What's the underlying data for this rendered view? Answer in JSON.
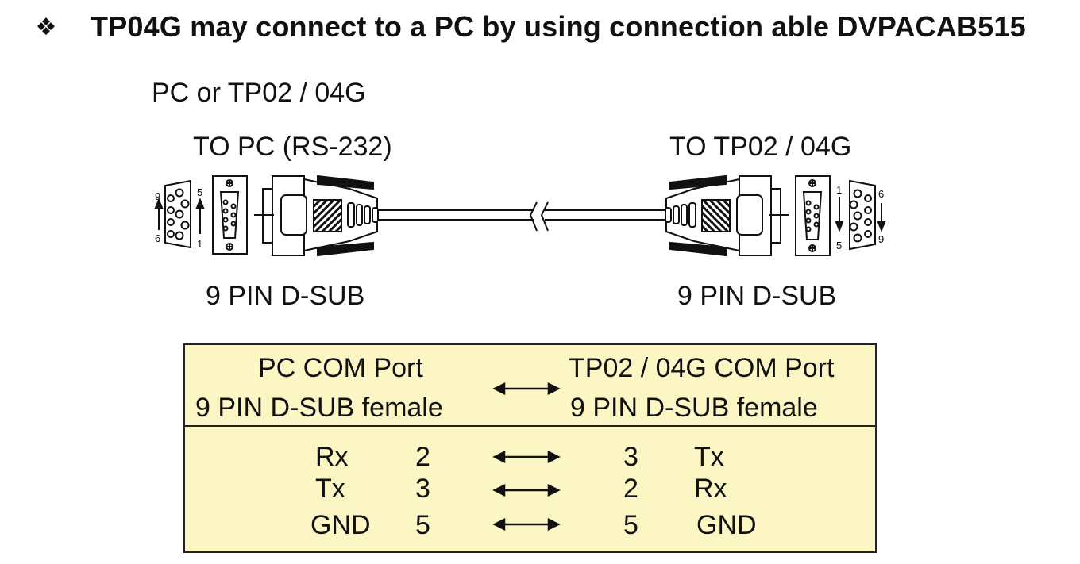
{
  "heading": {
    "bullet": "❖",
    "title": "TP04G may connect to a PC by using connection able DVPACAB515"
  },
  "diagram": {
    "top_label": "PC or TP02 / 04G",
    "left_connector_label": "TO PC (RS-232)",
    "right_connector_label": "TO TP02 / 04G",
    "left_connector_type": "9 PIN D-SUB",
    "right_connector_type": "9 PIN D-SUB",
    "left_pins": {
      "top_left": "9",
      "top_right": "5",
      "bottom_left": "6",
      "bottom_right": "1"
    },
    "right_pins": {
      "top_left": "1",
      "top_right": "6",
      "bottom_left": "5",
      "bottom_right": "9"
    },
    "cable_icon": "cable-break-icon"
  },
  "table": {
    "header": {
      "left_line1": "PC  COM Port",
      "left_line2": "9  PIN D-SUB female",
      "right_line1": "TP02 / 04G COM Port",
      "right_line2": "9  PIN D-SUB female"
    },
    "rows": [
      {
        "left_signal": "Rx",
        "left_pin": "2",
        "right_pin": "3",
        "right_signal": "Tx"
      },
      {
        "left_signal": "Tx",
        "left_pin": "3",
        "right_pin": "2",
        "right_signal": "Rx"
      },
      {
        "left_signal": "GND",
        "left_pin": "5",
        "right_pin": "5",
        "right_signal": "GND"
      }
    ],
    "background_color": "#fbf6c4"
  }
}
